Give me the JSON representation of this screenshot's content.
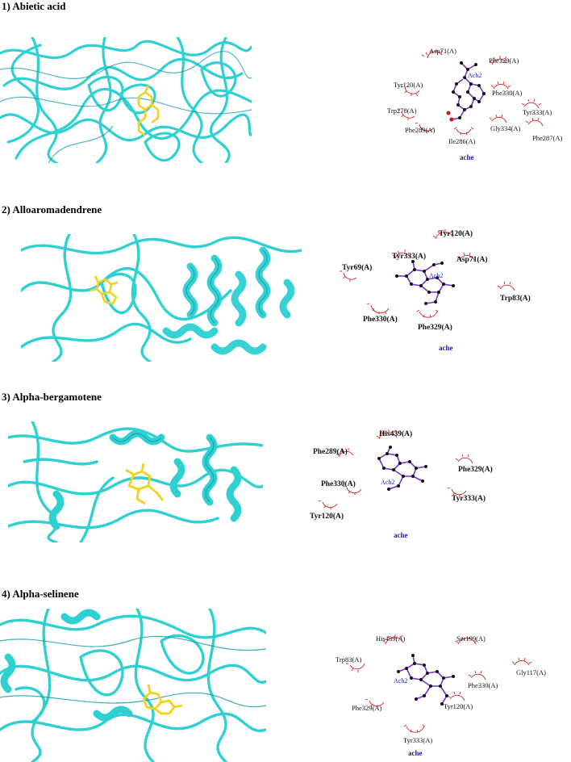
{
  "panels": [
    {
      "title": "1) Abietic acid",
      "chain_label": "ache",
      "ligand_label": "Ach2",
      "residues": [
        "Asp71(A)",
        "Phe329(A)",
        "Tyr120(A)",
        "Phe330(A)",
        "Trp278(A)",
        "Tyr333(A)",
        "Phe289(A)",
        "Gly334(A)",
        "Ile286(A)",
        "Phe287(A)"
      ]
    },
    {
      "title": "2) Alloaromadendrene",
      "chain_label": "ache",
      "ligand_label": "Ach2",
      "residues": [
        "Tyr120(A)",
        "Tyr333(A)",
        "Asp71(A)",
        "Tyr69(A)",
        "Trp83(A)",
        "Phe330(A)",
        "Phe329(A)"
      ]
    },
    {
      "title": "3) Alpha-bergamotene",
      "chain_label": "ache",
      "ligand_label": "Ach2",
      "residues": [
        "His439(A)",
        "Phe289(A)",
        "Phe329(A)",
        "Phe330(A)",
        "Tyr333(A)",
        "Tyr120(A)"
      ]
    },
    {
      "title": "4) Alpha-selinene",
      "chain_label": "ache",
      "ligand_label": "Ach2",
      "residues": [
        "His439(A)",
        "Ser199(A)",
        "Trp83(A)",
        "Gly117(A)",
        "Phe330(A)",
        "Phe329(A)",
        "Tyr120(A)",
        "Tyr333(A)"
      ]
    }
  ],
  "colors": {
    "protein": "#2fd0d2",
    "protein_shade": "#0f9aa4",
    "ligand": "#f2d21b",
    "bond": "#7a2fd6",
    "arc": "#d9231d"
  }
}
